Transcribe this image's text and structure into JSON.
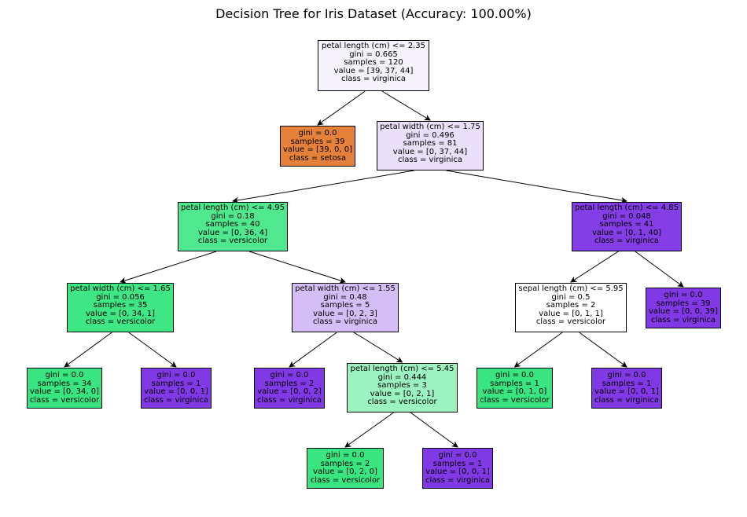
{
  "title": "Decision Tree for Iris Dataset (Accuracy: 100.00%)",
  "class_colors": {
    "setosa": "#e58139",
    "versicolor": "#39e581",
    "virginica": "#8139e5"
  },
  "nodes": [
    {
      "id": "n0",
      "split": "petal length (cm) <= 2.35",
      "gini": "gini = 0.665",
      "samples": "samples = 120",
      "value": "value = [39, 37, 44]",
      "cls": "class = virginica",
      "fill": "#f7f3fd",
      "children": [
        "n1",
        "n2"
      ]
    },
    {
      "id": "n1",
      "split": "",
      "gini": "gini = 0.0",
      "samples": "samples = 39",
      "value": "value = [39, 0, 0]",
      "cls": "class = setosa",
      "fill": "#e58139",
      "children": []
    },
    {
      "id": "n2",
      "split": "petal width (cm) <= 1.75",
      "gini": "gini = 0.496",
      "samples": "samples = 81",
      "value": "value = [0, 37, 44]",
      "cls": "class = virginica",
      "fill": "#ebe0fb",
      "children": [
        "n3",
        "n4"
      ]
    },
    {
      "id": "n3",
      "split": "petal length (cm) <= 4.95",
      "gini": "gini = 0.18",
      "samples": "samples = 40",
      "value": "value = [0, 36, 4]",
      "cls": "class = versicolor",
      "fill": "#4fe88f",
      "children": [
        "n5",
        "n6"
      ]
    },
    {
      "id": "n4",
      "split": "petal length (cm) <= 4.85",
      "gini": "gini = 0.048",
      "samples": "samples = 41",
      "value": "value = [0, 1, 40]",
      "cls": "class = virginica",
      "fill": "#843ee6",
      "children": [
        "n7",
        "n8"
      ]
    },
    {
      "id": "n5",
      "split": "petal width (cm) <= 1.65",
      "gini": "gini = 0.056",
      "samples": "samples = 35",
      "value": "value = [0, 34, 1]",
      "cls": "class = versicolor",
      "fill": "#3fe685",
      "children": [
        "n9",
        "n10"
      ]
    },
    {
      "id": "n6",
      "split": "petal width (cm) <= 1.55",
      "gini": "gini = 0.48",
      "samples": "samples = 5",
      "value": "value = [0, 2, 3]",
      "cls": "class = virginica",
      "fill": "#d5bdf6",
      "children": [
        "n11",
        "n12"
      ]
    },
    {
      "id": "n7",
      "split": "sepal length (cm) <= 5.95",
      "gini": "gini = 0.5",
      "samples": "samples = 2",
      "value": "value = [0, 1, 1]",
      "cls": "class = versicolor",
      "fill": "#ffffff",
      "children": [
        "n13",
        "n14"
      ]
    },
    {
      "id": "n8",
      "split": "",
      "gini": "gini = 0.0",
      "samples": "samples = 39",
      "value": "value = [0, 0, 39]",
      "cls": "class = virginica",
      "fill": "#8139e5",
      "children": []
    },
    {
      "id": "n9",
      "split": "",
      "gini": "gini = 0.0",
      "samples": "samples = 34",
      "value": "value = [0, 34, 0]",
      "cls": "class = versicolor",
      "fill": "#39e581",
      "children": []
    },
    {
      "id": "n10",
      "split": "",
      "gini": "gini = 0.0",
      "samples": "samples = 1",
      "value": "value = [0, 0, 1]",
      "cls": "class = virginica",
      "fill": "#8139e5",
      "children": []
    },
    {
      "id": "n11",
      "split": "",
      "gini": "gini = 0.0",
      "samples": "samples = 2",
      "value": "value = [0, 0, 2]",
      "cls": "class = virginica",
      "fill": "#8139e5",
      "children": []
    },
    {
      "id": "n12",
      "split": "petal length (cm) <= 5.45",
      "gini": "gini = 0.444",
      "samples": "samples = 3",
      "value": "value = [0, 2, 1]",
      "cls": "class = versicolor",
      "fill": "#9cf2c0",
      "children": [
        "n15",
        "n16"
      ]
    },
    {
      "id": "n13",
      "split": "",
      "gini": "gini = 0.0",
      "samples": "samples = 1",
      "value": "value = [0, 1, 0]",
      "cls": "class = versicolor",
      "fill": "#39e581",
      "children": []
    },
    {
      "id": "n14",
      "split": "",
      "gini": "gini = 0.0",
      "samples": "samples = 1",
      "value": "value = [0, 0, 1]",
      "cls": "class = virginica",
      "fill": "#8139e5",
      "children": []
    },
    {
      "id": "n15",
      "split": "",
      "gini": "gini = 0.0",
      "samples": "samples = 2",
      "value": "value = [0, 2, 0]",
      "cls": "class = versicolor",
      "fill": "#39e581",
      "children": []
    },
    {
      "id": "n16",
      "split": "",
      "gini": "gini = 0.0",
      "samples": "samples = 1",
      "value": "value = [0, 0, 1]",
      "cls": "class = virginica",
      "fill": "#8139e5",
      "children": []
    }
  ]
}
